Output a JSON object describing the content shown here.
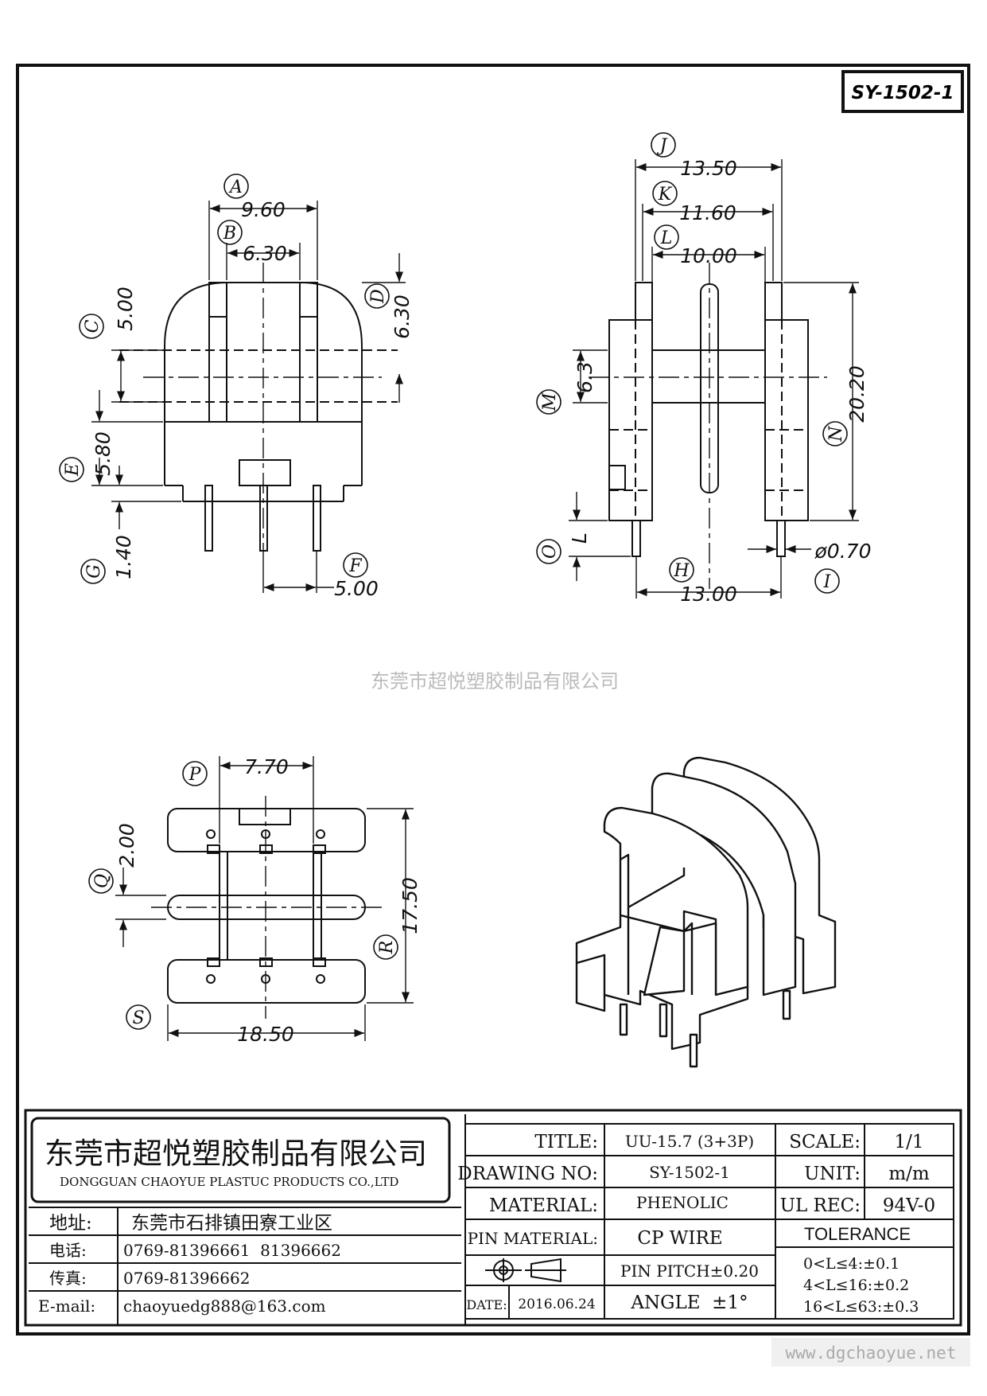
{
  "drawing_code": "SY-1502-1",
  "watermark": "东莞市超悦塑胶制品有限公司",
  "website": "www.dgchaoyue.net",
  "front_view": {
    "A": {
      "letter": "A",
      "value": "9.60"
    },
    "B": {
      "letter": "B",
      "value": "6.30"
    },
    "C": {
      "letter": "C",
      "value": "5.00"
    },
    "D": {
      "letter": "D",
      "value": "6.30"
    },
    "E": {
      "letter": "E",
      "value": "5.80"
    },
    "F": {
      "letter": "F",
      "value": "5.00"
    },
    "G": {
      "letter": "G",
      "value": "1.40"
    }
  },
  "side_view": {
    "J": {
      "letter": "J",
      "value": "13.50"
    },
    "K": {
      "letter": "K",
      "value": "11.60"
    },
    "L": {
      "letter": "L",
      "value": "10.00"
    },
    "M": {
      "letter": "M",
      "value": "6.3"
    },
    "N": {
      "letter": "N",
      "value": "20.20"
    },
    "O": {
      "letter": "O",
      "value": "L"
    },
    "H": {
      "letter": "H",
      "value": "13.00"
    },
    "I": {
      "letter": "I",
      "value": "ø0.70"
    }
  },
  "bottom_view": {
    "P": {
      "letter": "P",
      "value": "7.70"
    },
    "Q": {
      "letter": "Q",
      "value": "2.00"
    },
    "R": {
      "letter": "R",
      "value": "17.50"
    },
    "S": {
      "letter": "S",
      "value": "18.50"
    }
  },
  "company": {
    "name_cn": "东莞市超悦塑胶制品有限公司",
    "name_en": "DONGGUAN CHAOYUE PLASTUC PRODUCTS CO.,LTD",
    "address_label": "地址:",
    "address": "东莞市石排镇田寮工业区",
    "phone_label": "电话:",
    "phone": "0769-81396661  81396662",
    "fax_label": "传真:",
    "fax": "0769-81396662",
    "email_label": "E-mail:",
    "email": "chaoyuedg888@163.com"
  },
  "title_block": {
    "title_label": "TITLE:",
    "title_value": "UU-15.7 (3+3P)",
    "scale_label": "SCALE:",
    "scale_value": "1/1",
    "drawing_no_label": "DRAWING NO:",
    "drawing_no_value": "SY-1502-1",
    "unit_label": "UNIT:",
    "unit_value": "m/m",
    "material_label": "MATERIAL:",
    "material_value": "PHENOLIC",
    "ul_label": "UL REC:",
    "ul_value": "94V-0",
    "pin_material_label": "PIN MATERIAL:",
    "pin_material_value": "CP WIRE",
    "tolerance_label": "TOLERANCE",
    "pin_pitch": "PIN PITCH±0.20",
    "angle": "ANGLE  ±1°",
    "date_label": "DATE:",
    "date_value": "2016.06.24",
    "tol1": "0<L≤4:±0.1",
    "tol2": "4<L≤16:±0.2",
    "tol3": "16<L≤63:±0.3"
  }
}
